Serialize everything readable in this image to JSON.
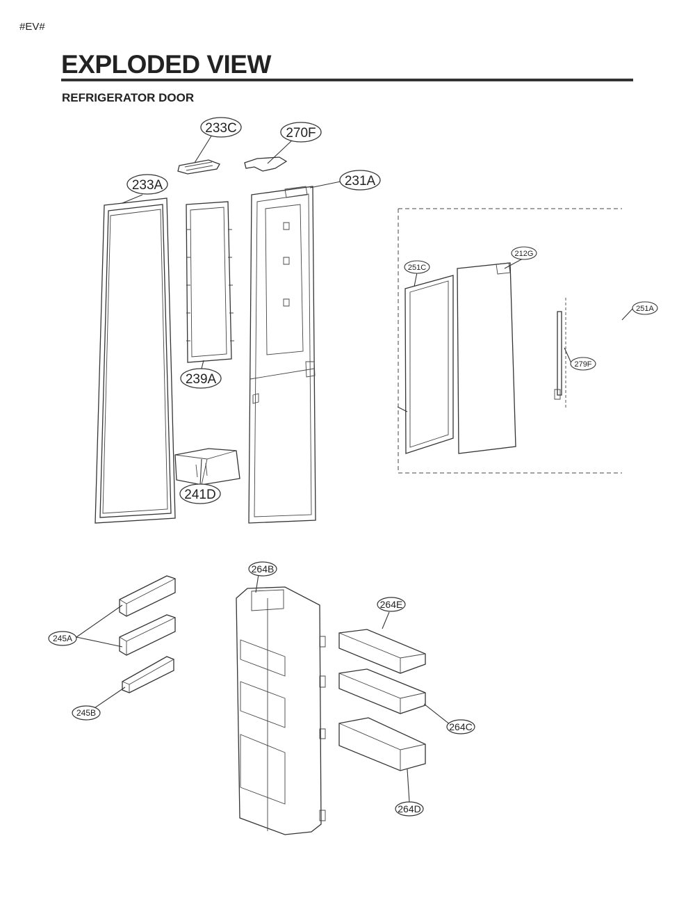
{
  "header": {
    "tag": "#EV#",
    "title": "EXPLODED VIEW",
    "subtitle": "REFRIGERATOR DOOR"
  },
  "callouts": {
    "c233C": "233C",
    "c270F": "270F",
    "c231A": "231A",
    "c233A": "233A",
    "c239A": "239A",
    "c241D": "241D",
    "c212G": "212G",
    "c251C": "251C",
    "c251A": "251A",
    "c279F": "279F",
    "c264B": "264B",
    "c264E": "264E",
    "c245A": "245A",
    "c245B": "245B",
    "c264C": "264C",
    "c264D": "264D"
  }
}
